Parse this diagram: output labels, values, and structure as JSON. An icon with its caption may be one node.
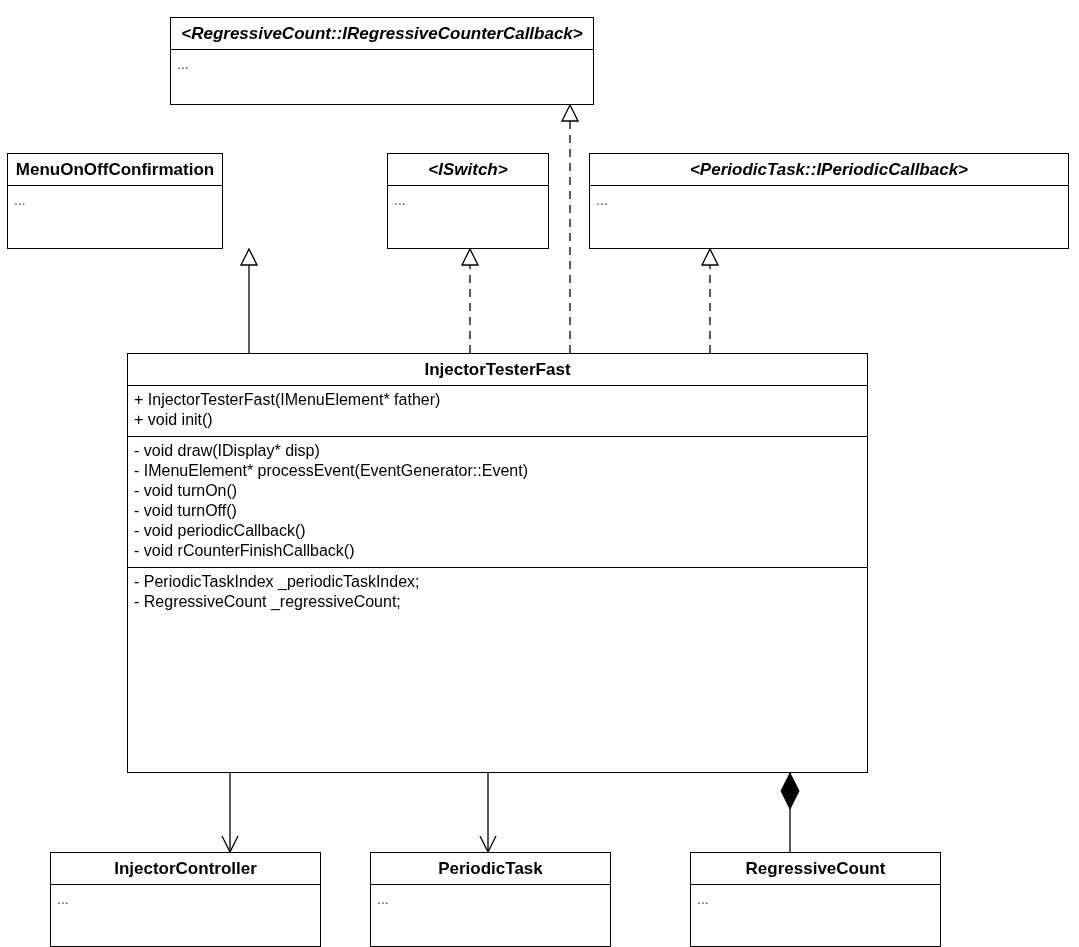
{
  "diagram": {
    "nodes": [
      {
        "text": [
          "<RegressiveCount::IRegressiveCounterCallback>",
          "..."
        ]
      },
      {
        "text": [
          "MenuOnOffConfirmation",
          "..."
        ]
      },
      {
        "text": [
          "<ISwitch>",
          "..."
        ]
      },
      {
        "text": [
          "<PeriodicTask::IPeriodicCallback>",
          "..."
        ]
      },
      {
        "text": [
          "InjectorTesterFast",
          "+ InjectorTesterFast(IMenuElement* father)",
          "+ void init()",
          "- void draw(IDisplay* disp)",
          "- IMenuElement* processEvent(EventGenerator::Event)",
          "- void turnOn()",
          "- void turnOff()",
          "- void periodicCallback()",
          "- void rCounterFinishCallback()",
          "- PeriodicTaskIndex _periodicTaskIndex;",
          "- RegressiveCount _regressiveCount;"
        ]
      },
      {
        "text": [
          "InjectorController",
          "..."
        ]
      },
      {
        "text": [
          "PeriodicTask",
          "..."
        ]
      },
      {
        "text": [
          "RegressiveCount",
          "..."
        ]
      }
    ],
    "edges": [
      {
        "from": 4,
        "to": 0,
        "arrow": "to",
        "style": "dashed"
      },
      {
        "from": 4,
        "to": 1,
        "arrow": "to"
      },
      {
        "from": 4,
        "to": 2,
        "arrow": "to",
        "style": "dashed"
      },
      {
        "from": 4,
        "to": 3,
        "arrow": "to",
        "style": "dashed"
      },
      {
        "from": 4,
        "to": 5,
        "arrow": "to"
      },
      {
        "from": 4,
        "to": 6,
        "arrow": "to"
      },
      {
        "from": 4,
        "to": 7,
        "arrow": "other"
      }
    ]
  }
}
